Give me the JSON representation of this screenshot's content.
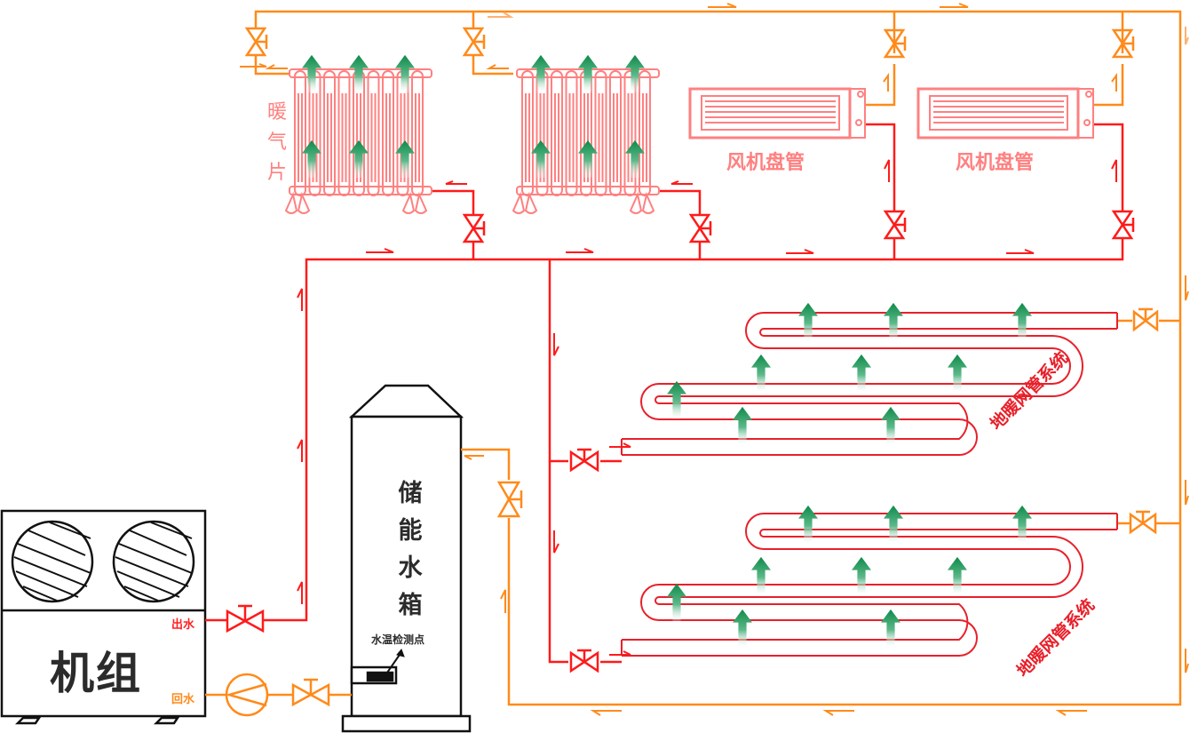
{
  "diagram": {
    "title": "空气源热泵储能水箱采暖系统示意图",
    "colors": {
      "supply_pipe": "#ff1a1a",
      "return_pipe": "#ff8a1a",
      "equipment_outline": "#ff8080",
      "heat_arrow": "#1a9a5a",
      "machine_outline": "#111111"
    },
    "unit": {
      "label": "机组",
      "outlet_label": "出水",
      "return_label": "回水",
      "fan_count": 2
    },
    "tank": {
      "label": "储能水箱",
      "sensor_label": "水温检测点"
    },
    "radiators": {
      "label": "暖气片",
      "count": 2
    },
    "fan_coils": [
      {
        "label": "风机盘管"
      },
      {
        "label": "风机盘管"
      }
    ],
    "floor_heating": [
      {
        "label": "地暖网管系统"
      },
      {
        "label": "地暖网管系统"
      }
    ],
    "components": {
      "pump": "circulation-pump",
      "valves": "gate-valve"
    }
  }
}
